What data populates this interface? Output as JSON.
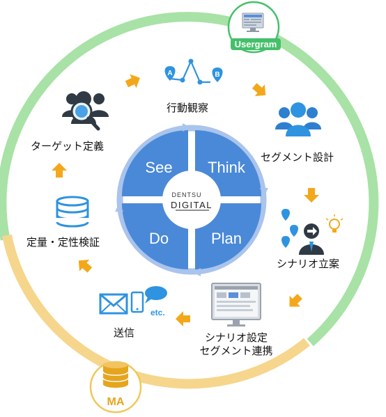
{
  "center": {
    "brand_line1": "DENTSU",
    "brand_line2": "DIGITAL"
  },
  "cycle": {
    "see": "See",
    "think": "Think",
    "plan": "Plan",
    "do": "Do"
  },
  "badges": {
    "usergram": "Usergram",
    "ma": "MA"
  },
  "steps": {
    "behavior": "行動観察",
    "segment_design": "セグメント設計",
    "scenario_plan": "シナリオ立案",
    "scenario_setup_line1": "シナリオ設定",
    "scenario_setup_line2": "セグメント連携",
    "send": "送信",
    "send_etc": "etc.",
    "verify": "定量・定性検証",
    "target": "ターゲット定義"
  },
  "map_pins": {
    "a": "A",
    "b": "B"
  },
  "colors": {
    "outer_green": "#a8e2a6",
    "outer_yellow": "#f6d68c",
    "quad_blue": "#4a89d8",
    "quad_ring": "#aac4ec",
    "arrow_orange": "#f3a81b",
    "badge_green": "#45c06a",
    "badge_orange": "#e6a51e",
    "icon_navy": "#2f3a44",
    "icon_blue": "#2e93e0"
  },
  "icons": [
    "usergram-monitor-icon",
    "ma-database-icon",
    "journey-map-icon",
    "target-search-icon",
    "segment-people-icon",
    "scenario-idea-icon",
    "monitor-icon",
    "mail-icon",
    "phone-chat-icon",
    "database-icon"
  ]
}
